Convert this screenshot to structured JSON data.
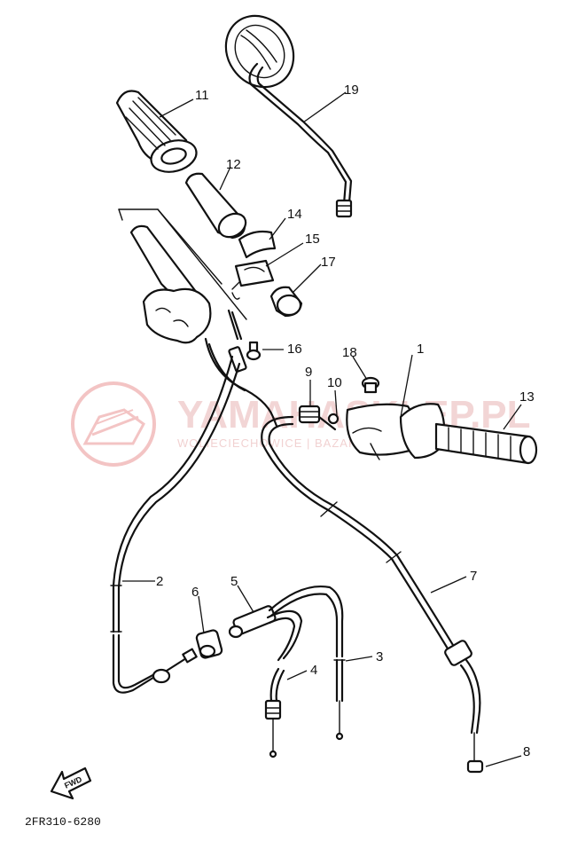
{
  "watermark": {
    "text": "YAMAHASKLEP.PL",
    "subtext": "WOLIECIECHOWICE | BAZAR YE",
    "color": "#e88a8a"
  },
  "fwd_label": "FWD",
  "diagram_code": "2FR310-6280",
  "callouts": [
    "1",
    "2",
    "3",
    "4",
    "5",
    "6",
    "7",
    "8",
    "9",
    "10",
    "11",
    "12",
    "13",
    "14",
    "15",
    "16",
    "17",
    "18",
    "19"
  ]
}
